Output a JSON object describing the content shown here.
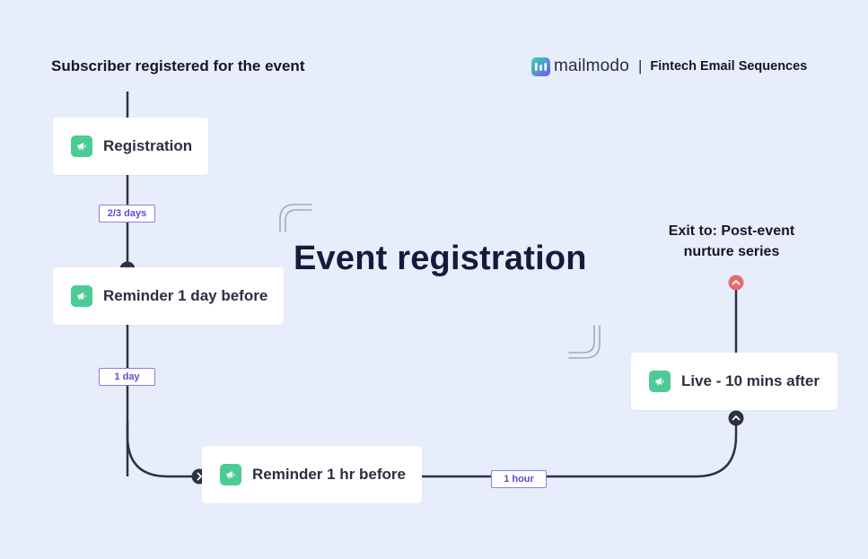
{
  "header": {
    "start_label": "Subscriber registered for the event",
    "brand_name": "mailmodo",
    "brand_separator": "|",
    "brand_tagline": "Fintech Email Sequences"
  },
  "title": "Event registration",
  "nodes": [
    {
      "label": "Registration",
      "icon": "megaphone-icon"
    },
    {
      "label": "Reminder 1 day before",
      "icon": "megaphone-icon"
    },
    {
      "label": "Reminder 1 hr before",
      "icon": "megaphone-icon"
    },
    {
      "label": "Live - 10 mins after",
      "icon": "megaphone-icon"
    }
  ],
  "delays": [
    "2/3 days",
    "1 day",
    "1 hour"
  ],
  "exit": {
    "line1": "Exit to: Post-event",
    "line2": "nurture series"
  },
  "colors": {
    "background": "#E8EDFC",
    "connector": "#2E3142",
    "node_icon": "#4CCB95",
    "delay_border": "#8E7FE0",
    "delay_text": "#5A4BD6",
    "exit_marker": "#E56B6B",
    "title": "#171A3D"
  }
}
